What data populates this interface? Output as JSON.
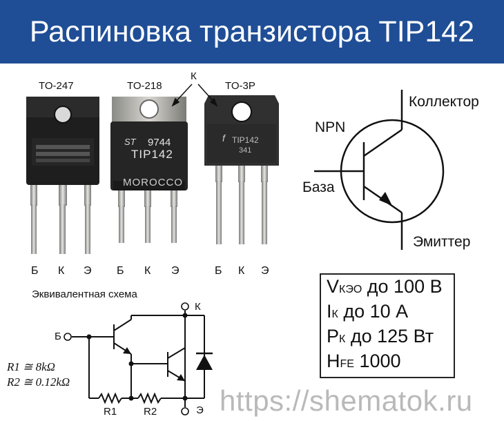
{
  "title": "Распиновка транзистора TIP142",
  "packages": [
    {
      "name": "TO-247",
      "marking": "",
      "pins": [
        "Б",
        "К",
        "Э"
      ]
    },
    {
      "name": "TO-218",
      "marking": "TIP142",
      "marking2": "9744",
      "origin": "MOROCCO",
      "pins": [
        "Б",
        "К",
        "Э"
      ]
    },
    {
      "name": "TO-3P",
      "marking": "TIP142",
      "marking2": "341",
      "pins": [
        "Б",
        "К",
        "Э"
      ]
    }
  ],
  "collector_callout": "К",
  "symbol": {
    "type": "NPN",
    "collector": "Коллектор",
    "base": "База",
    "emitter": "Эмиттер"
  },
  "equivalent": {
    "title": "Эквивалентная схема",
    "terminal_base": "Б",
    "terminal_collector": "К",
    "terminal_emitter": "Э",
    "r1_name": "R1",
    "r2_name": "R2",
    "r1_value": "R1 ≅ 8kΩ",
    "r2_value": "R2 ≅ 0.12kΩ"
  },
  "specs": [
    {
      "sym": "V",
      "sub": "КЭО",
      "text": " до 100 В"
    },
    {
      "sym": "I",
      "sub": "К",
      "text": "  до 10  А"
    },
    {
      "sym": "P",
      "sub": "К",
      "text": "  до 125 Вт"
    },
    {
      "sym": "H",
      "sub": "FE",
      "text": " 1000"
    }
  ],
  "watermark": "https://shematok.ru",
  "colors": {
    "banner": "#1f4e96",
    "banner_text": "#ffffff",
    "watermark": "#b9b9b9"
  }
}
